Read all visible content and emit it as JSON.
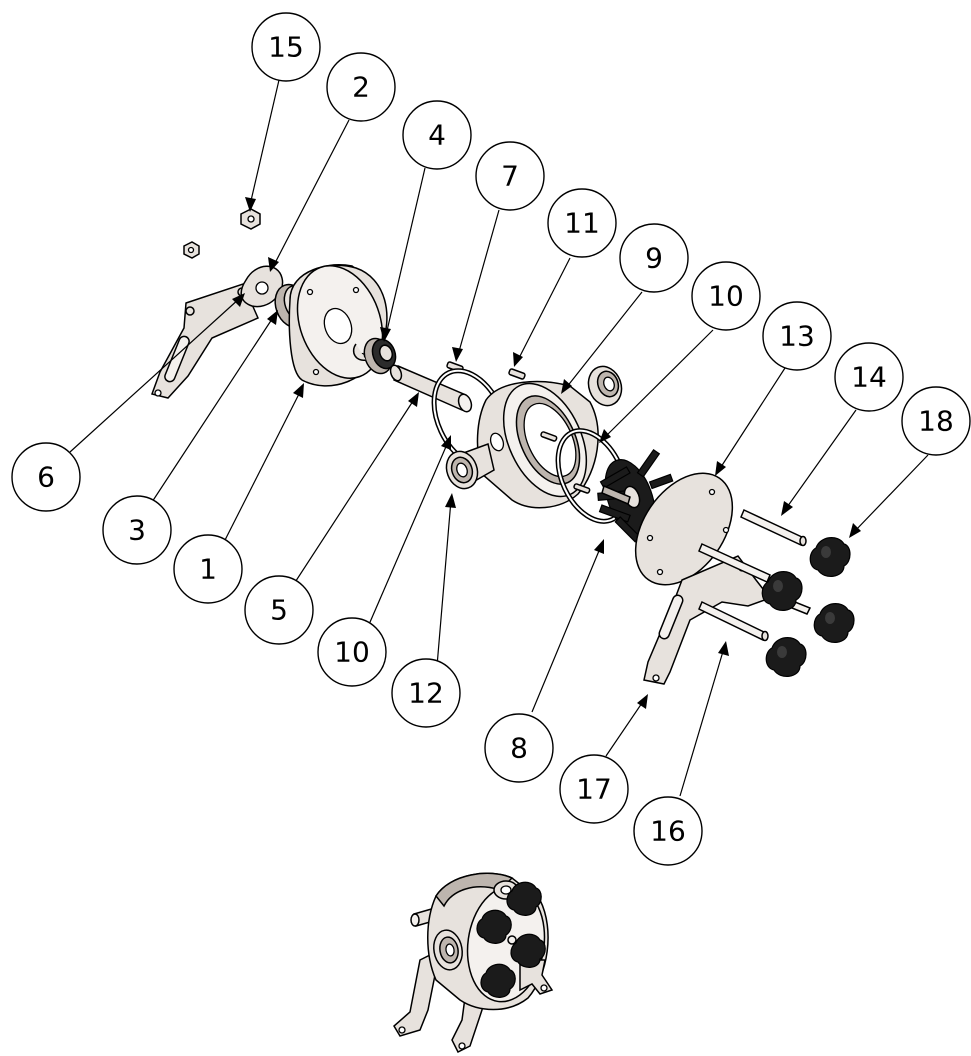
{
  "balloons": [
    {
      "id": "15",
      "label": "15"
    },
    {
      "id": "2",
      "label": "2"
    },
    {
      "id": "4",
      "label": "4"
    },
    {
      "id": "7",
      "label": "7"
    },
    {
      "id": "11",
      "label": "11"
    },
    {
      "id": "9",
      "label": "9"
    },
    {
      "id": "10a",
      "label": "10"
    },
    {
      "id": "13",
      "label": "13"
    },
    {
      "id": "14",
      "label": "14"
    },
    {
      "id": "18",
      "label": "18"
    },
    {
      "id": "6",
      "label": "6"
    },
    {
      "id": "3",
      "label": "3"
    },
    {
      "id": "1",
      "label": "1"
    },
    {
      "id": "5",
      "label": "5"
    },
    {
      "id": "10b",
      "label": "10"
    },
    {
      "id": "12",
      "label": "12"
    },
    {
      "id": "8",
      "label": "8"
    },
    {
      "id": "17",
      "label": "17"
    },
    {
      "id": "16",
      "label": "16"
    }
  ]
}
